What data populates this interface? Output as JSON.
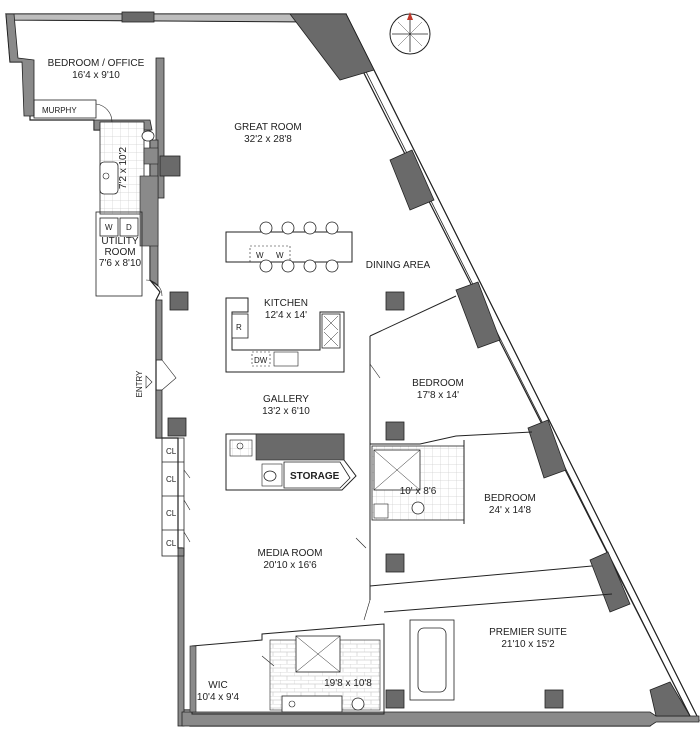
{
  "rooms": {
    "bedroom_office": {
      "name": "BEDROOM / OFFICE",
      "dims": "16'4 x 9'10"
    },
    "murphy": "MURPHY",
    "bath1": {
      "dims": "7'2 x 10'2"
    },
    "utility": {
      "name1": "UTILITY",
      "name2": "ROOM",
      "dims": "7'6 x 8'10"
    },
    "great_room": {
      "name": "GREAT ROOM",
      "dims": "32'2 x 28'8"
    },
    "dining": {
      "name": "DINING AREA"
    },
    "kitchen": {
      "name": "KITCHEN",
      "dims": "12'4 x 14'"
    },
    "gallery": {
      "name": "GALLERY",
      "dims": "13'2 x 6'10"
    },
    "storage": {
      "name": "STORAGE"
    },
    "entry": {
      "name": "ENTRY"
    },
    "bedroom2": {
      "name": "BEDROOM",
      "dims": "17'8 x 14'"
    },
    "bath2": {
      "dims": "10' x 8'6"
    },
    "bedroom3": {
      "name": "BEDROOM",
      "dims": "24' x 14'8"
    },
    "media": {
      "name": "MEDIA ROOM",
      "dims": "20'10 x 16'6"
    },
    "premier": {
      "name": "PREMIER SUITE",
      "dims": "21'10 x 15'2"
    },
    "wic": {
      "name": "WIC",
      "dims": "10'4 x 9'4"
    },
    "master_bath": {
      "dims": "19'8 x 10'8"
    }
  },
  "fixtures": {
    "washer": "W",
    "dryer": "D",
    "closet": "CL",
    "refrigerator": "R",
    "dishwasher": "DW"
  },
  "compass_icon": "compass-rose-icon",
  "colors": {
    "wall": "#707070",
    "column": "#6a6a6a",
    "line": "#222222",
    "tile": "#d8d8d8"
  }
}
